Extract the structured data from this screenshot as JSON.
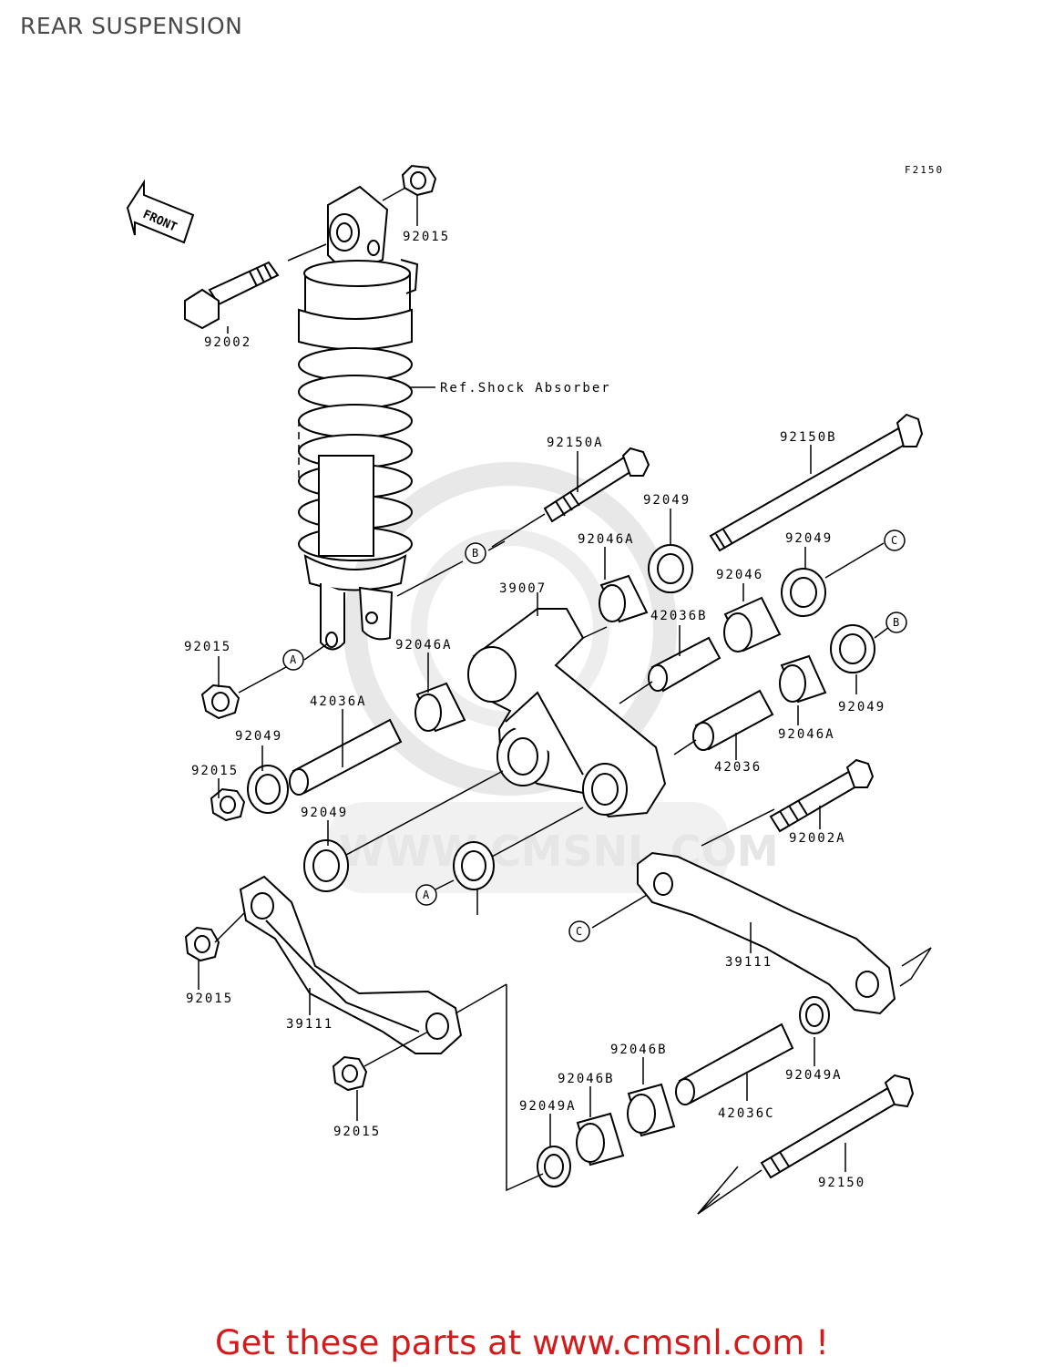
{
  "page": {
    "title": "REAR SUSPENSION",
    "figure_code": "F2150",
    "front_label": "FRONT",
    "watermark": "WWW.CMSNL.COM",
    "promo": "Get these parts at www.cmsnl.com !"
  },
  "labels": [
    "92015",
    "92002",
    "Ref.Shock Absorber",
    "92150A",
    "92150B",
    "92049",
    "92046A",
    "92049",
    "39007",
    "92046",
    "42036B",
    "92015",
    "92046A",
    "42036A",
    "92049",
    "92046A",
    "92015",
    "42036",
    "92049",
    "92002A",
    "92049",
    "92015",
    "39111",
    "39111",
    "92015",
    "92046B",
    "92049A",
    "92046B",
    "42036C",
    "92049A",
    "92150"
  ],
  "callouts": [
    "A",
    "B",
    "C",
    "A",
    "B",
    "C"
  ]
}
